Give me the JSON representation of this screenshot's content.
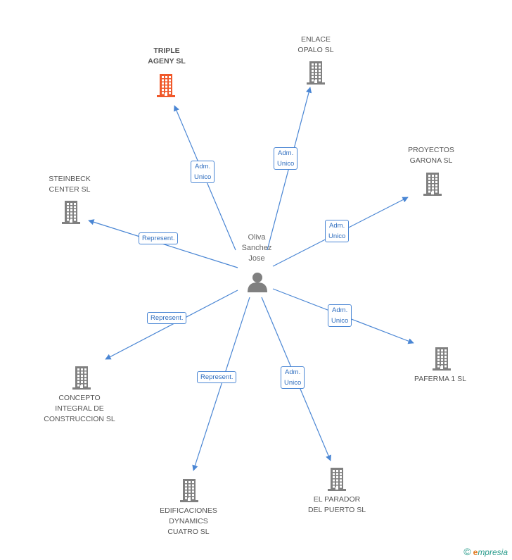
{
  "center": {
    "name": "Oliva\nSanchez\nJose",
    "icon": "person-icon"
  },
  "colors": {
    "edge": "#4a86d4",
    "building": "#808080",
    "highlight": "#f0582a"
  },
  "nodes": [
    {
      "id": "triple",
      "name": "TRIPLE\nAGENY SL",
      "relation": "Adm.\nUnico",
      "highlight": true
    },
    {
      "id": "enlace",
      "name": "ENLACE\nOPALO SL",
      "relation": "Adm.\nUnico",
      "highlight": false
    },
    {
      "id": "proyectos",
      "name": "PROYECTOS\nGARONA SL",
      "relation": "Adm.\nUnico",
      "highlight": false
    },
    {
      "id": "steinbeck",
      "name": "STEINBECK\nCENTER SL",
      "relation": "Represent.",
      "highlight": false
    },
    {
      "id": "paferma",
      "name": "PAFERMA 1 SL",
      "relation": "Adm.\nUnico",
      "highlight": false
    },
    {
      "id": "concepto",
      "name": "CONCEPTO\nINTEGRAL DE\nCONSTRUCCION SL",
      "relation": "Represent.",
      "highlight": false
    },
    {
      "id": "edificaciones",
      "name": "EDIFICACIONES\nDYNAMICS\nCUATRO SL",
      "relation": "Represent.",
      "highlight": false
    },
    {
      "id": "parador",
      "name": "EL PARADOR\nDEL PUERTO SL",
      "relation": "Adm.\nUnico",
      "highlight": false
    }
  ],
  "footer": {
    "copyright": "©",
    "brand_initial": "e",
    "brand_rest": "mpresia"
  }
}
